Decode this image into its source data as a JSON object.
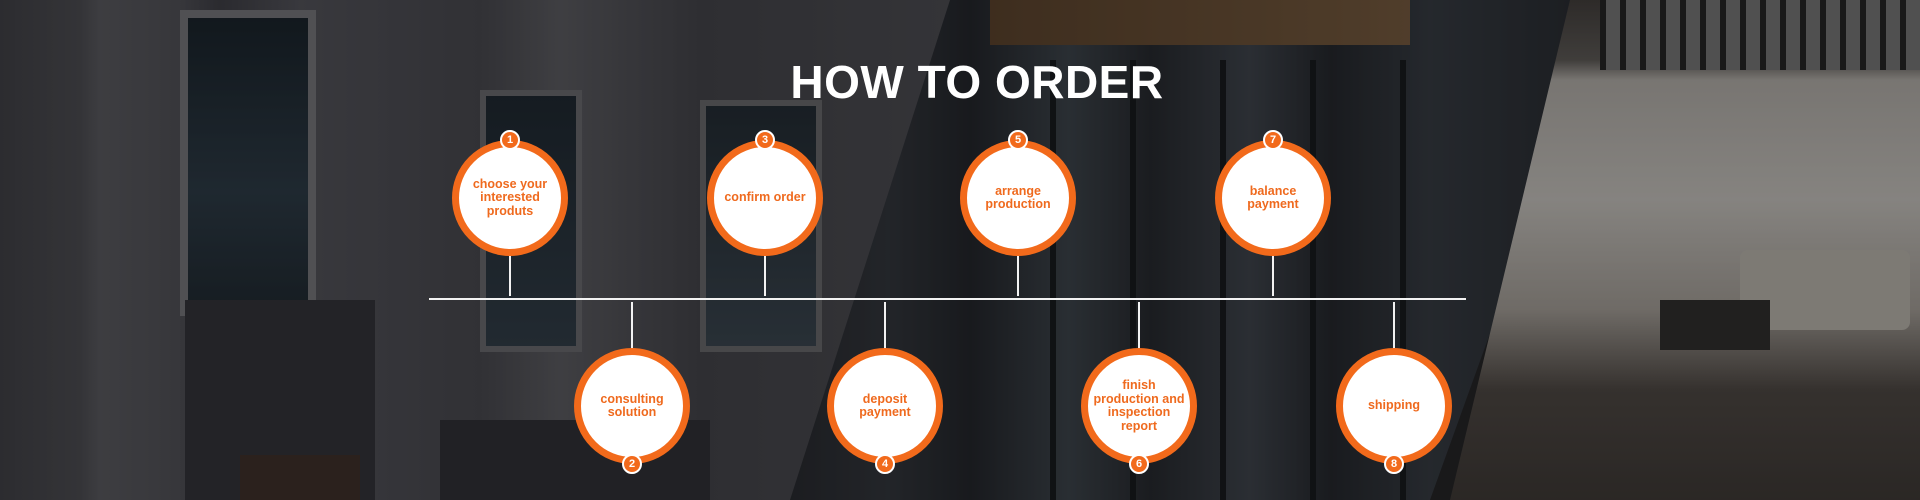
{
  "title": "HOW TO ORDER",
  "colors": {
    "accent": "#f26a1b",
    "text_on_dark": "#ffffff",
    "circle_fill": "#ffffff"
  },
  "steps": [
    {
      "number": "1",
      "label": "choose your interested produts"
    },
    {
      "number": "2",
      "label": "consulting solution"
    },
    {
      "number": "3",
      "label": "confirm order"
    },
    {
      "number": "4",
      "label": "deposit payment"
    },
    {
      "number": "5",
      "label": "arrange production"
    },
    {
      "number": "6",
      "label": "finish production and inspection report"
    },
    {
      "number": "7",
      "label": "balance payment"
    },
    {
      "number": "8",
      "label": "shipping"
    }
  ]
}
